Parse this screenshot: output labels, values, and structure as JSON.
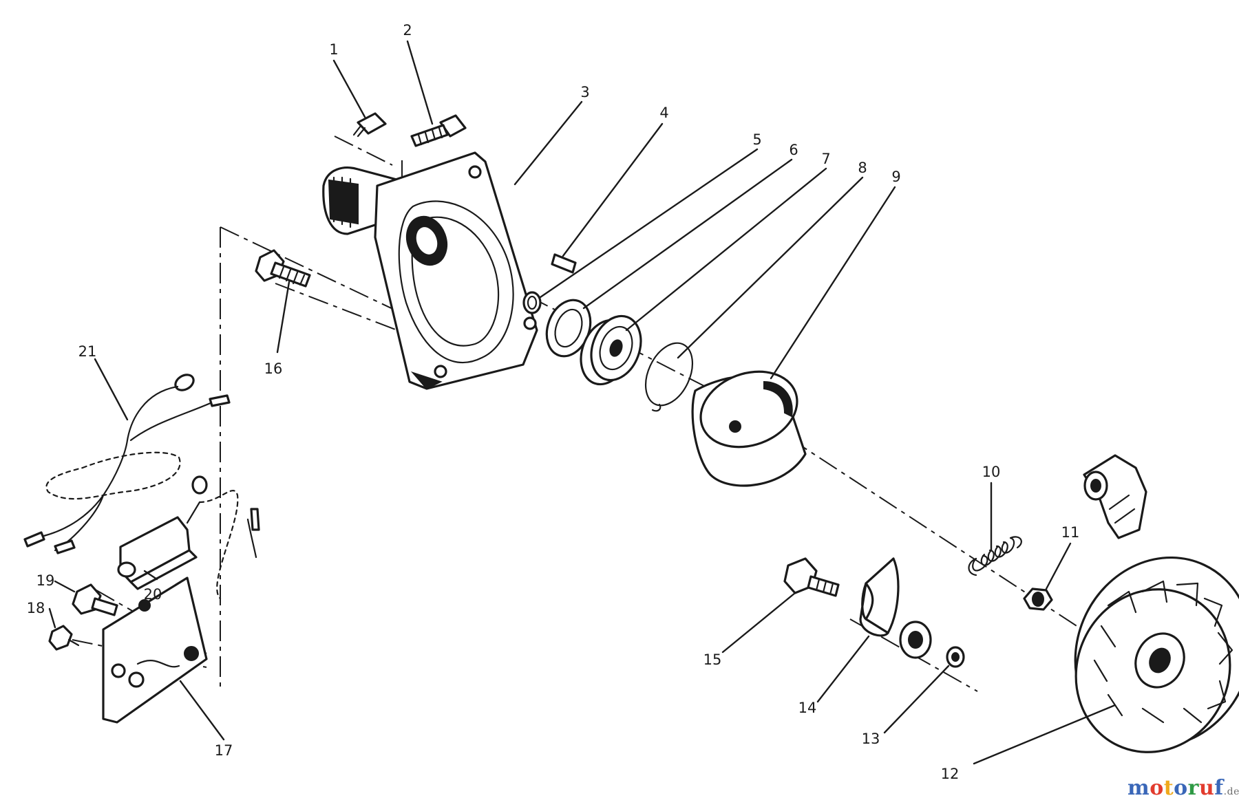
{
  "callouts": [
    "1",
    "2",
    "3",
    "4",
    "5",
    "6",
    "7",
    "8",
    "9",
    "10",
    "11",
    "12",
    "13",
    "14",
    "15",
    "16",
    "17",
    "18",
    "19",
    "20",
    "21"
  ],
  "watermark": {
    "letters": [
      "m",
      "o",
      "t",
      "o",
      "r",
      "u",
      "f"
    ],
    "letter_colors": [
      "#3a67b8",
      "#e23c2e",
      "#f0a91c",
      "#3a67b8",
      "#2f9a45",
      "#e23c2e",
      "#3a67b8"
    ],
    "tld": ".de",
    "tld_color": "#6e6e6e"
  },
  "colors": {
    "ink": "#1a1a1a",
    "background": "#ffffff"
  }
}
